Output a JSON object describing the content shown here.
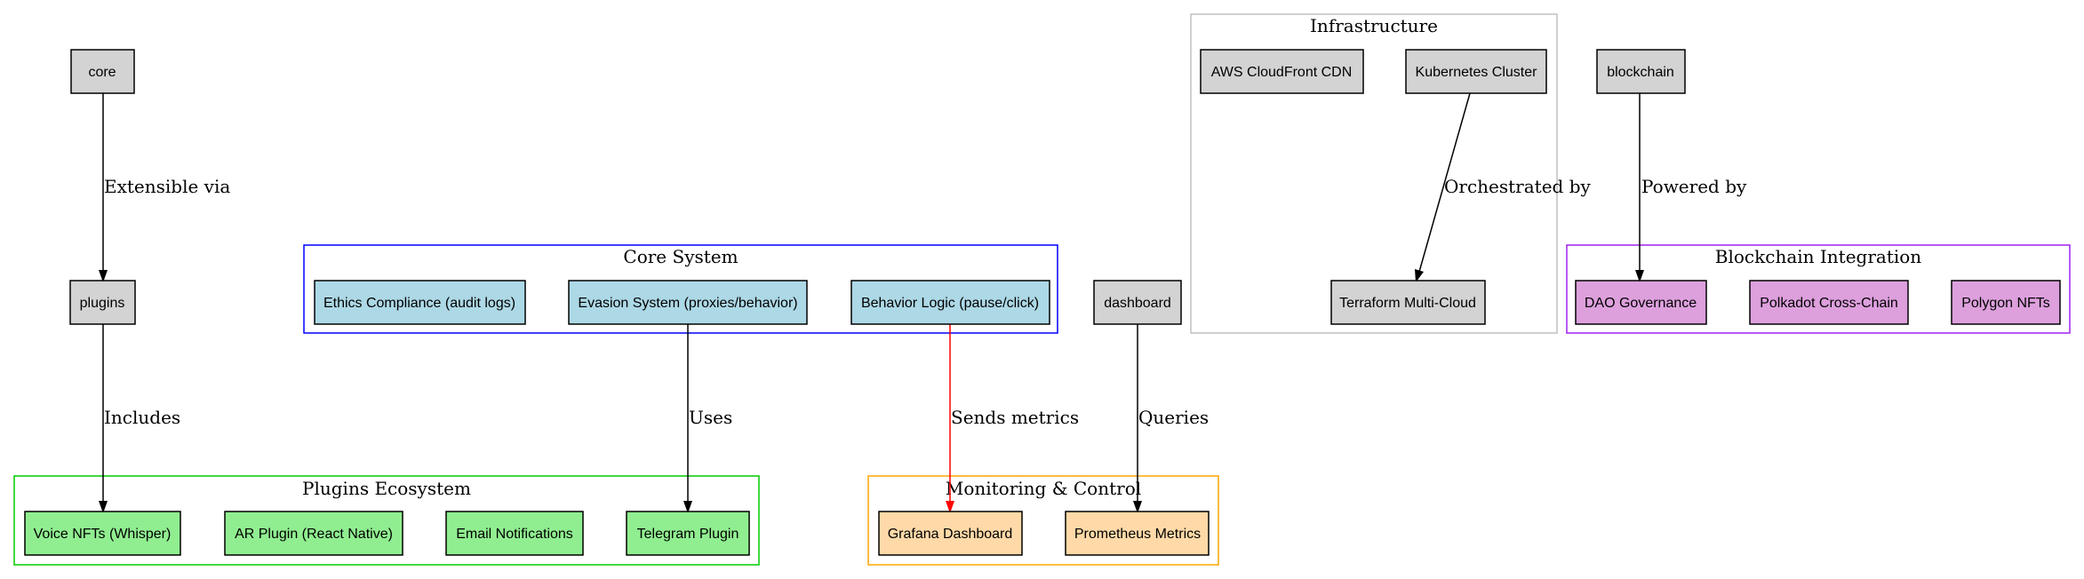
{
  "colors": {
    "standalone_fill": "#d3d3d3",
    "core_fill": "#add8e6",
    "plugin_fill": "#90ee90",
    "monitor_fill": "#ffdaa8",
    "blockchain_fill": "#dda0dd",
    "edge_default": "#000000",
    "edge_metrics": "#ff0000",
    "cluster_core_border": "#0000ff",
    "cluster_plugins_border": "#00cc00",
    "cluster_monitoring_border": "#ffa500",
    "cluster_blockchain_border": "#a020f0",
    "cluster_infra_border": "#c0c0c0"
  },
  "clusters": {
    "core_system": {
      "title": "Core System"
    },
    "plugins_ecosystem": {
      "title": "Plugins Ecosystem"
    },
    "monitoring_control": {
      "title": "Monitoring & Control"
    },
    "infrastructure": {
      "title": "Infrastructure"
    },
    "blockchain_integration": {
      "title": "Blockchain Integration"
    }
  },
  "nodes": {
    "core": "core",
    "plugins": "plugins",
    "dashboard": "dashboard",
    "blockchain": "blockchain",
    "ethics": "Ethics Compliance (audit logs)",
    "evasion": "Evasion System (proxies/behavior)",
    "behavior": "Behavior Logic (pause/click)",
    "voice_nfts": "Voice NFTs (Whisper)",
    "ar_plugin": "AR Plugin (React Native)",
    "email": "Email Notifications",
    "telegram": "Telegram Plugin",
    "grafana": "Grafana Dashboard",
    "prometheus": "Prometheus Metrics",
    "cloudfront": "AWS CloudFront CDN",
    "kubernetes": "Kubernetes Cluster",
    "terraform": "Terraform Multi-Cloud",
    "dao": "DAO Governance",
    "polkadot": "Polkadot Cross-Chain",
    "polygon": "Polygon NFTs"
  },
  "edges": {
    "core_plugins": "Extensible via",
    "plugins_voice": "Includes",
    "evasion_telegram": "Uses",
    "behavior_grafana": "Sends metrics",
    "dashboard_prometheus": "Queries",
    "kubernetes_terraform": "Orchestrated by",
    "blockchain_dao": "Powered by"
  }
}
